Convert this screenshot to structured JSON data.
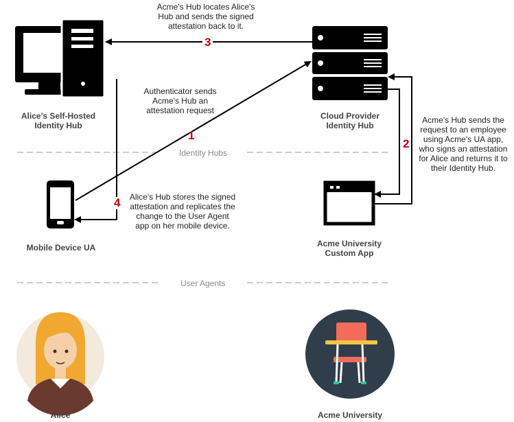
{
  "nodes": {
    "self_hosted_hub": "Alice's Self-Hosted\nIdentity Hub",
    "cloud_hub": "Cloud Provider\nIdentity Hub",
    "mobile_ua": "Mobile Device UA",
    "custom_app": "Acme University\nCustom App",
    "alice": "Alice",
    "acme_university": "Acme University"
  },
  "sections": {
    "identity_hubs": "Identity Hubs",
    "user_agents": "User Agents"
  },
  "steps": {
    "one": "1",
    "two": "2",
    "three": "3",
    "four": "4"
  },
  "annotations": {
    "step1": "Authenticator sends\nAcme's Hub an\nattestation request",
    "step2": "Acme's Hub sends the\nrequest to an employee\nusing Acme's UA app,\nwho signs an attestation\nfor Alice and returns it to\ntheir Identity Hub.",
    "step3": "Acme's Hub locates Alice's\nHub and sends the signed\nattestation back to it.",
    "step4": "Alice's Hub stores the signed\nattestation and replicates the\nchange to the User Agent\napp on her mobile device."
  },
  "colors": {
    "step_red": "#cc0000",
    "icon_black": "#000000",
    "separator_gray": "#cccccc",
    "avatar_bg": "#f3e9dc",
    "acme_bg": "#2f3e4a",
    "chair_seat": "#f26b5b",
    "chair_legs": "#ffffff",
    "desk_top": "#f4c542"
  },
  "icons": {
    "self_hosted_hub": "desktop-computer-icon",
    "cloud_hub": "server-rack-icon",
    "mobile_ua": "smartphone-icon",
    "custom_app": "app-window-icon",
    "alice": "woman-avatar-icon",
    "acme_university": "school-chair-icon"
  }
}
